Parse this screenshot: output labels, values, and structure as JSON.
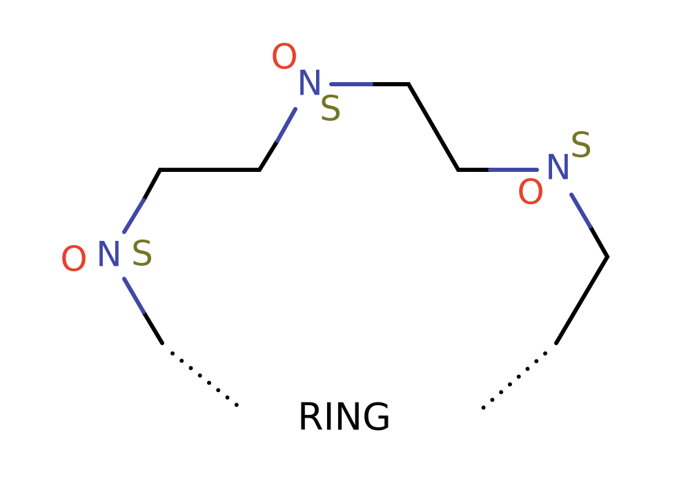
{
  "colors": {
    "bond": "#000000",
    "nitrogen": "#3f48a6",
    "oxygen": "#e8412c",
    "sulfur": "#757529",
    "label": "#000000"
  },
  "atoms": {
    "o1": "O",
    "n1": "N",
    "s1": "S",
    "o2": "O",
    "n2": "N",
    "s2": "S",
    "o3": "O",
    "n3": "N",
    "s3": "S"
  },
  "ring_label": "RING"
}
